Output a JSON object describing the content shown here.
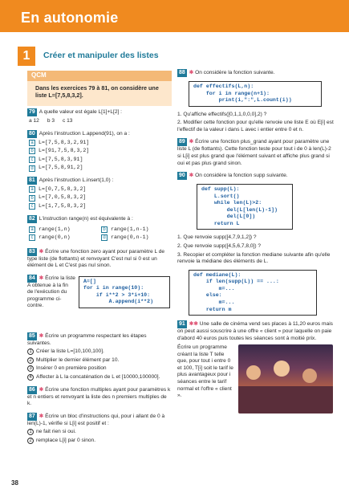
{
  "header": {
    "title": "En autonomie"
  },
  "section": {
    "number": "1",
    "title": "Créer et manipuler des listes"
  },
  "qcm": {
    "label": "QCM",
    "intro": "Dans les exercices 79 à 81, on considère une liste L=[7,5,8,3,2]."
  },
  "ex79": {
    "num": "79",
    "text": "A quelle valeur est égale L[1]+L[2] :",
    "options": [
      "a 12",
      "b 3",
      "c 13"
    ]
  },
  "ex80": {
    "num": "80",
    "text": "Après l'instruction L.append(91), on a :",
    "options": [
      "L=[7,5,8,3,2,91]",
      "L=[91,7,5,8,3,2]",
      "L=[7,5,8,3,91]",
      "L=[7,5,8,91,2]"
    ]
  },
  "ex81": {
    "num": "81",
    "text": "Après l'instruction L.insert(1,0) :",
    "options": [
      "L=[0,7,5,8,3,2]",
      "L=[7,0,5,8,3,2]",
      "L=[1,7,5,8,3,2]"
    ]
  },
  "ex82": {
    "num": "82",
    "text": "L'instruction range(n) est équivalente à :",
    "options": [
      "range(1,n)",
      "range(1,n-1)",
      "range(0,n)",
      "range(0,n-1)"
    ]
  },
  "ex83": {
    "num": "83",
    "text": "Écrire une fonction zero ayant pour paramètre L de type liste (de flottants) et renvoyant C'est nul si 0 est un élément de L et C'est pas nul sinon."
  },
  "ex84": {
    "num": "84",
    "text": "Écrire la liste A obtenue à la fin de l'exécution du programme ci-contre.",
    "code": [
      "A=[]",
      "for i in range(10):",
      "    if i**2 > 3*i+10:",
      "        A.append(i**2)"
    ]
  },
  "ex85": {
    "num": "85",
    "text": "Écrire un programme respectant les étapes suivantes.",
    "steps": [
      "Créer la liste L=[10,100,100].",
      "Multiplier le dernier élément par 10.",
      "Insérer 0 en première position",
      "Affecter à L la concaténation de L et [10000,100000]."
    ]
  },
  "ex86": {
    "num": "86",
    "text": "Écrire une fonction multiples ayant pour paramètres k et n entiers et renvoyant la liste des n premiers multiples de k."
  },
  "ex87": {
    "num": "87",
    "text": "Écrire un bloc d'instructions qui, pour i allant de 0 à len(L)-1, vérifie si L[i] est positif et :",
    "steps": [
      "ne fait rien si oui.",
      "remplace L[i] par 0 sinon."
    ]
  },
  "ex88": {
    "num": "88",
    "text": "On considère la fonction suivante.",
    "code": [
      "def effectifs(L,n):",
      "    for i in range(n+1):",
      "        print(i,\":\",L.count(i))"
    ],
    "q1": "1. Qu'affiche effectifs([0,1,1,0,0,0],2) ?",
    "q2": "2. Modifier cette fonction pour qu'elle renvoie une liste E où E[i] est l'effectif de la valeur i dans L avec i entier entre 0 et n."
  },
  "ex89": {
    "num": "89",
    "text": "Écrire une fonction plus_grand ayant pour paramètre une liste L (de flottants). Cette fonction teste pour tout i de 0 à len(L)-2 si L[i] est plus grand que l'élément suivant et affiche plus grand si oui et pas plus grand sinon."
  },
  "ex90": {
    "num": "90",
    "text": "On considère la fonction supp suivante.",
    "code": [
      "def supp(L):",
      "    L.sort()",
      "    while len(L)>2:",
      "        del(L[len(L)-1])",
      "        del(L[0])",
      "    return L"
    ],
    "q1": "1. Que renvoie supp([4,7,9,1,2]) ?",
    "q2": "2. Que renvoie supp([4,5,6,7,8,0]) ?",
    "q3": "3. Recopier et compléter la fonction mediane suivante afin qu'elle renvoie la médiane des éléments de L."
  },
  "ex90code2": [
    "def mediane(L):",
    "    if len(supp(L)) == ...:",
    "        m=...",
    "    else:",
    "        m=...",
    "    return m"
  ],
  "ex91": {
    "num": "91",
    "text": "Une salle de cinéma vend ses places à 11,20 euros mais on peut aussi souscrire à une offre « client » pour laquelle on paie d'abord 40 euros puis toutes les séances sont à moitié prix.",
    "text2": "Écrire un programme créant la liste T telle que, pour tout i entre 0 et 100, T[i] soit le tarif le plus avantageux pour i séances entre le tarif normal et l'offre « client »."
  },
  "page": {
    "number": "38"
  },
  "colors": {
    "orange": "#f08a1f",
    "teal": "#1f7a99",
    "pink": "#e05a7a"
  }
}
